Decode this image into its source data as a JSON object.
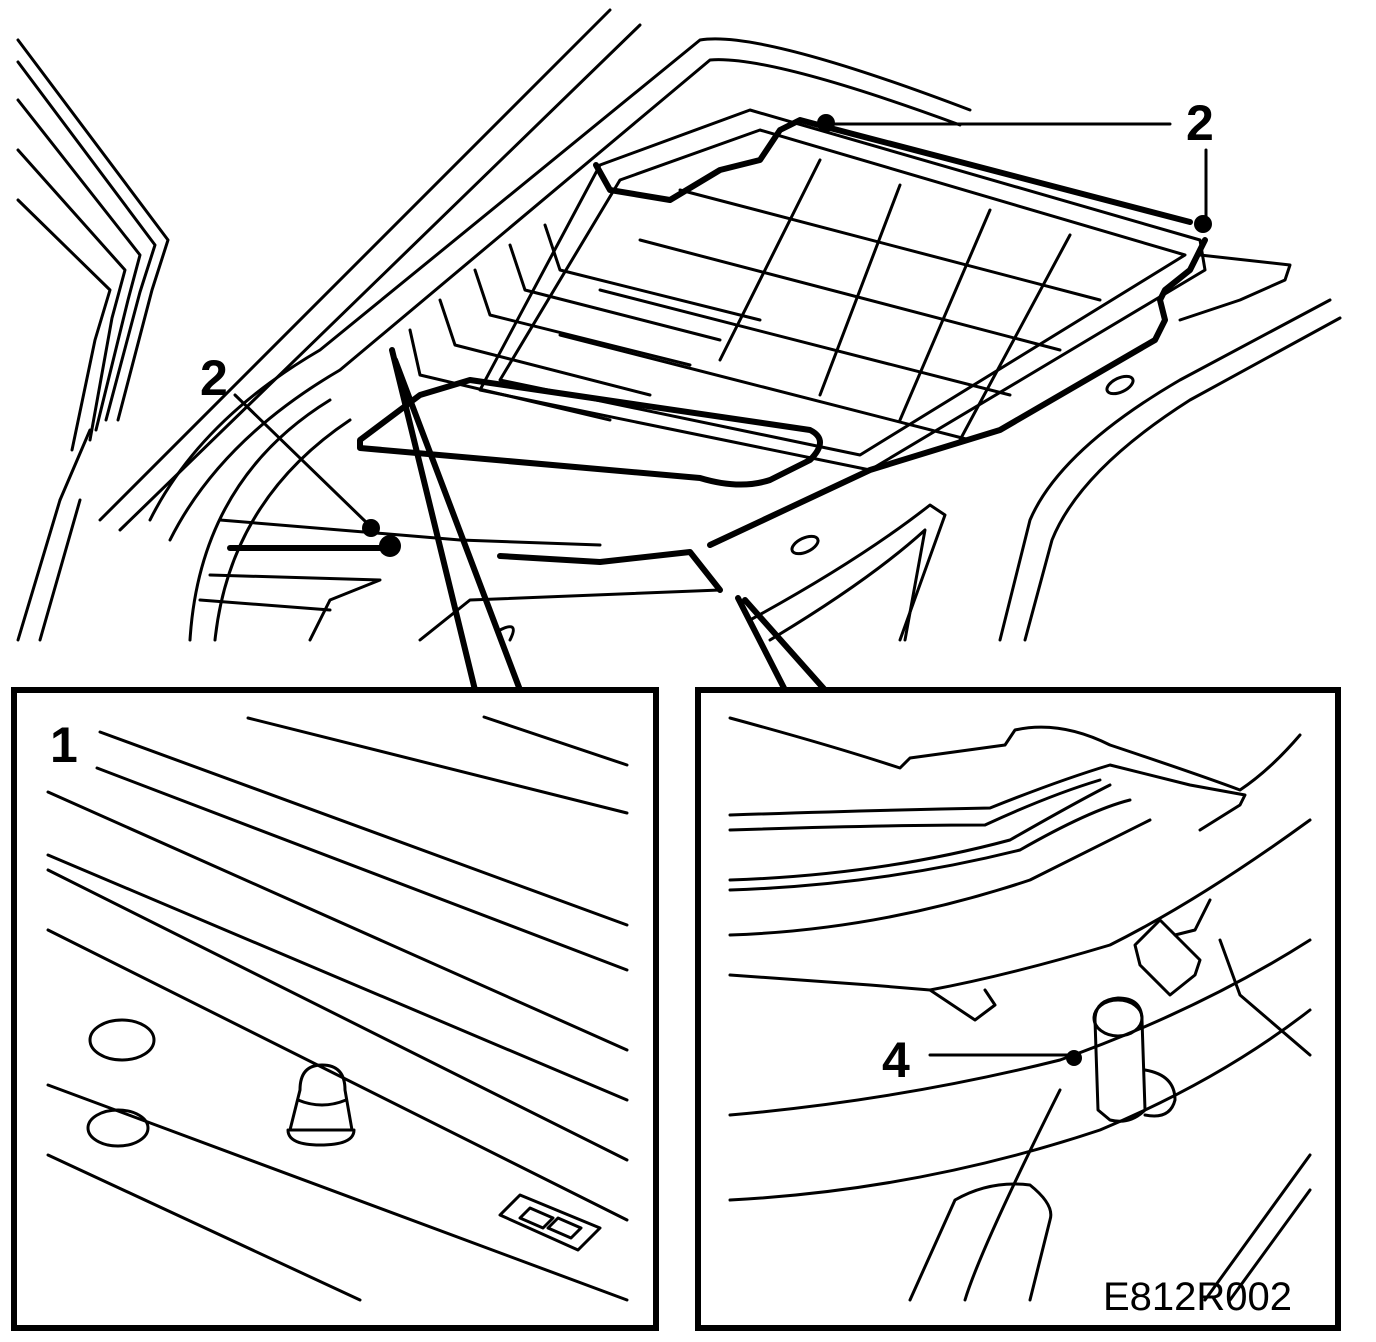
{
  "callouts": [
    {
      "id": "callout-2-left",
      "label": "2"
    },
    {
      "id": "callout-2-right",
      "label": "2"
    },
    {
      "id": "callout-1",
      "label": "1"
    },
    {
      "id": "callout-4",
      "label": "4"
    }
  ],
  "figure_code": "E812R002"
}
